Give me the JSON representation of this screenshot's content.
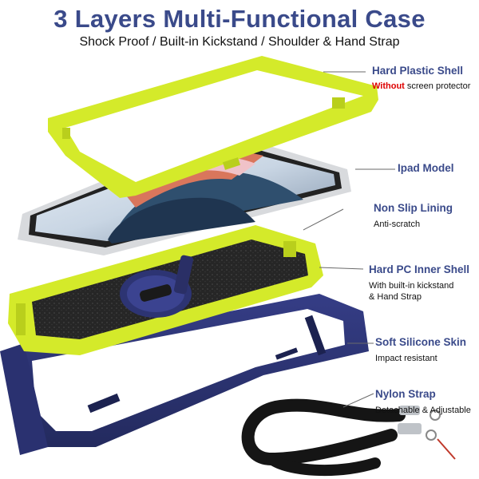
{
  "header": {
    "title": "3 Layers Multi-Functional Case",
    "subtitle": "Shock Proof / Built-in Kickstand / Shoulder & Hand Strap"
  },
  "callouts": [
    {
      "title": "Hard Plastic Shell",
      "desc_highlight": "Without",
      "desc_rest": " screen protector"
    },
    {
      "title": "Ipad Model"
    },
    {
      "title": "Non Slip Lining",
      "desc": "Anti-scratch"
    },
    {
      "title": "Hard PC Inner Shell",
      "desc_line1": "With built-in kickstand",
      "desc_line2": "& Hand Strap"
    },
    {
      "title": "Soft Silicone Skin",
      "desc": "Impact resistant"
    },
    {
      "title": "Nylon Strap",
      "desc": "Detachable & Adjustable"
    }
  ],
  "colors": {
    "title": "#3a4a8a",
    "lime": "#d4ea2a",
    "navy": "#2d3473",
    "highlight": "#dd0000"
  }
}
